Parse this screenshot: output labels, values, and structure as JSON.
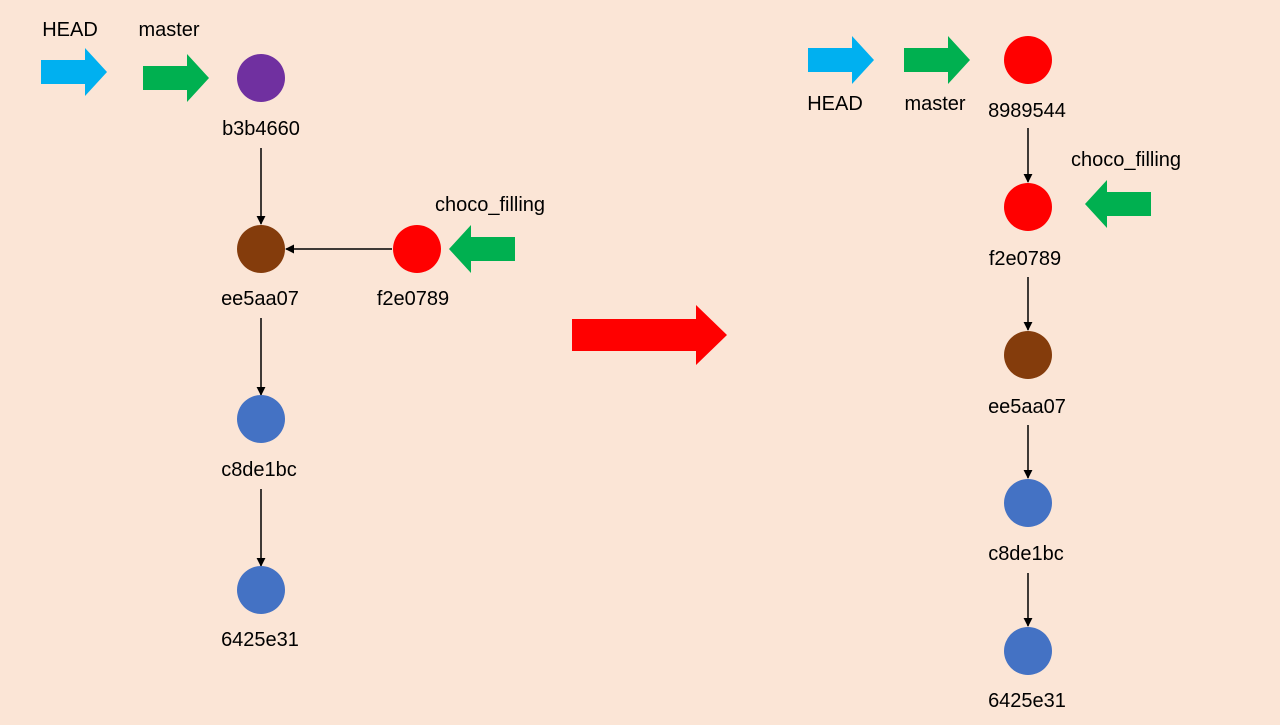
{
  "colors": {
    "background": "#fbe5d6",
    "head_pointer": "#00b0f0",
    "branch_pointer": "#00b050",
    "transition_arrow": "#ff0000",
    "edge": "#000000",
    "commit_purple": "#7030a0",
    "commit_brown": "#843c0c",
    "commit_red": "#ff0000",
    "commit_blue": "#4472c4"
  },
  "before": {
    "labels": {
      "head": "HEAD",
      "master": "master",
      "choco_filling": "choco_filling"
    },
    "commits": [
      {
        "id": "b3b4660",
        "color": "purple"
      },
      {
        "id": "ee5aa07",
        "color": "brown"
      },
      {
        "id": "f2e0789",
        "color": "red"
      },
      {
        "id": "c8de1bc",
        "color": "blue"
      },
      {
        "id": "6425e31",
        "color": "blue"
      }
    ],
    "edges": [
      [
        "b3b4660",
        "ee5aa07"
      ],
      [
        "f2e0789",
        "ee5aa07"
      ],
      [
        "ee5aa07",
        "c8de1bc"
      ],
      [
        "c8de1bc",
        "6425e31"
      ]
    ]
  },
  "after": {
    "labels": {
      "head": "HEAD",
      "master": "master",
      "choco_filling": "choco_filling"
    },
    "commits": [
      {
        "id": "8989544",
        "color": "red"
      },
      {
        "id": "f2e0789",
        "color": "red"
      },
      {
        "id": "ee5aa07",
        "color": "brown"
      },
      {
        "id": "c8de1bc",
        "color": "blue"
      },
      {
        "id": "6425e31",
        "color": "blue"
      }
    ],
    "edges": [
      [
        "8989544",
        "f2e0789"
      ],
      [
        "f2e0789",
        "ee5aa07"
      ],
      [
        "ee5aa07",
        "c8de1bc"
      ],
      [
        "c8de1bc",
        "6425e31"
      ]
    ]
  }
}
